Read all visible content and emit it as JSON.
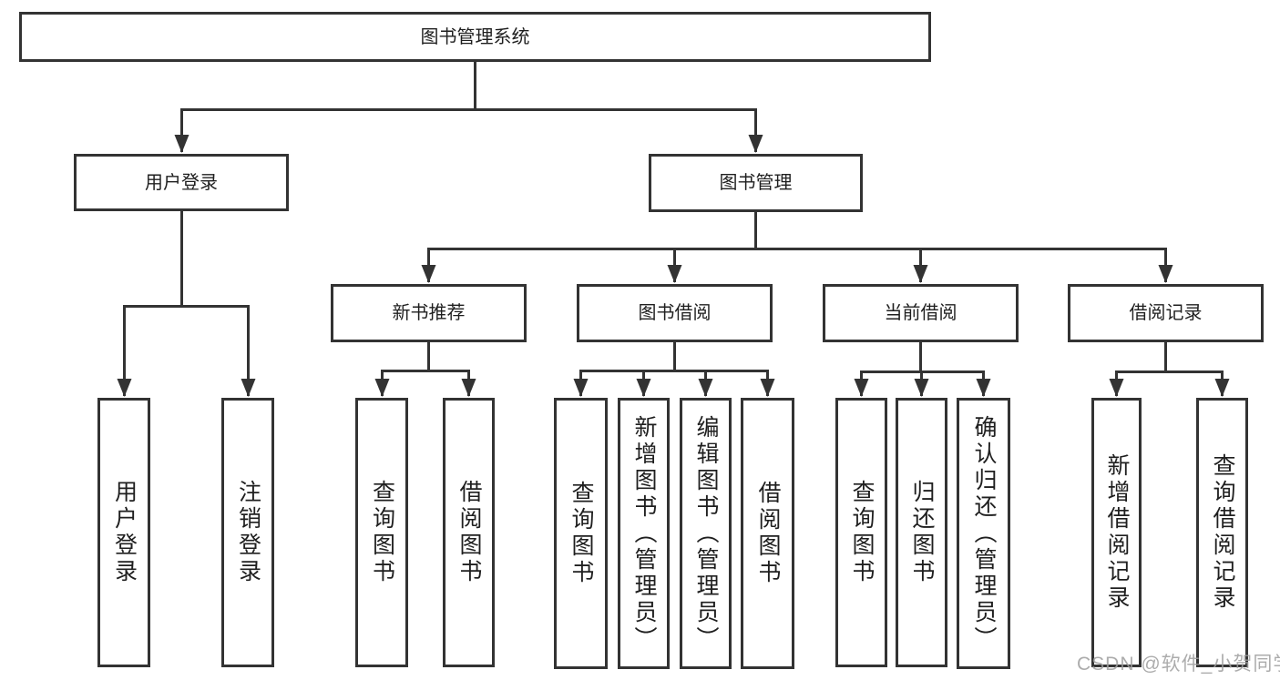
{
  "colors": {
    "line": "#333333",
    "box_border": "#333333",
    "text": "#1f1f1f",
    "watermark": "#9e9e9e",
    "background": "#ffffff"
  },
  "tree": {
    "root": {
      "label": "图书管理系统"
    },
    "branches": [
      {
        "label": "用户登录",
        "children": [
          {
            "label": "用户登录"
          },
          {
            "label": "注销登录"
          }
        ]
      },
      {
        "label": "图书管理",
        "groups": [
          {
            "label": "新书推荐",
            "children": [
              {
                "label": "查询图书"
              },
              {
                "label": "借阅图书"
              }
            ]
          },
          {
            "label": "图书借阅",
            "children": [
              {
                "label": "查询图书"
              },
              {
                "label": "新增图书（管理员）"
              },
              {
                "label": "编辑图书（管理员）"
              },
              {
                "label": "借阅图书"
              }
            ]
          },
          {
            "label": "当前借阅",
            "children": [
              {
                "label": "查询图书"
              },
              {
                "label": "归还图书"
              },
              {
                "label": "确认归还（管理员）"
              }
            ]
          },
          {
            "label": "借阅记录",
            "children": [
              {
                "label": "新增借阅记录"
              },
              {
                "label": "查询借阅记录"
              }
            ]
          }
        ]
      }
    ]
  },
  "watermark": "CSDN @软件_小贺同学"
}
